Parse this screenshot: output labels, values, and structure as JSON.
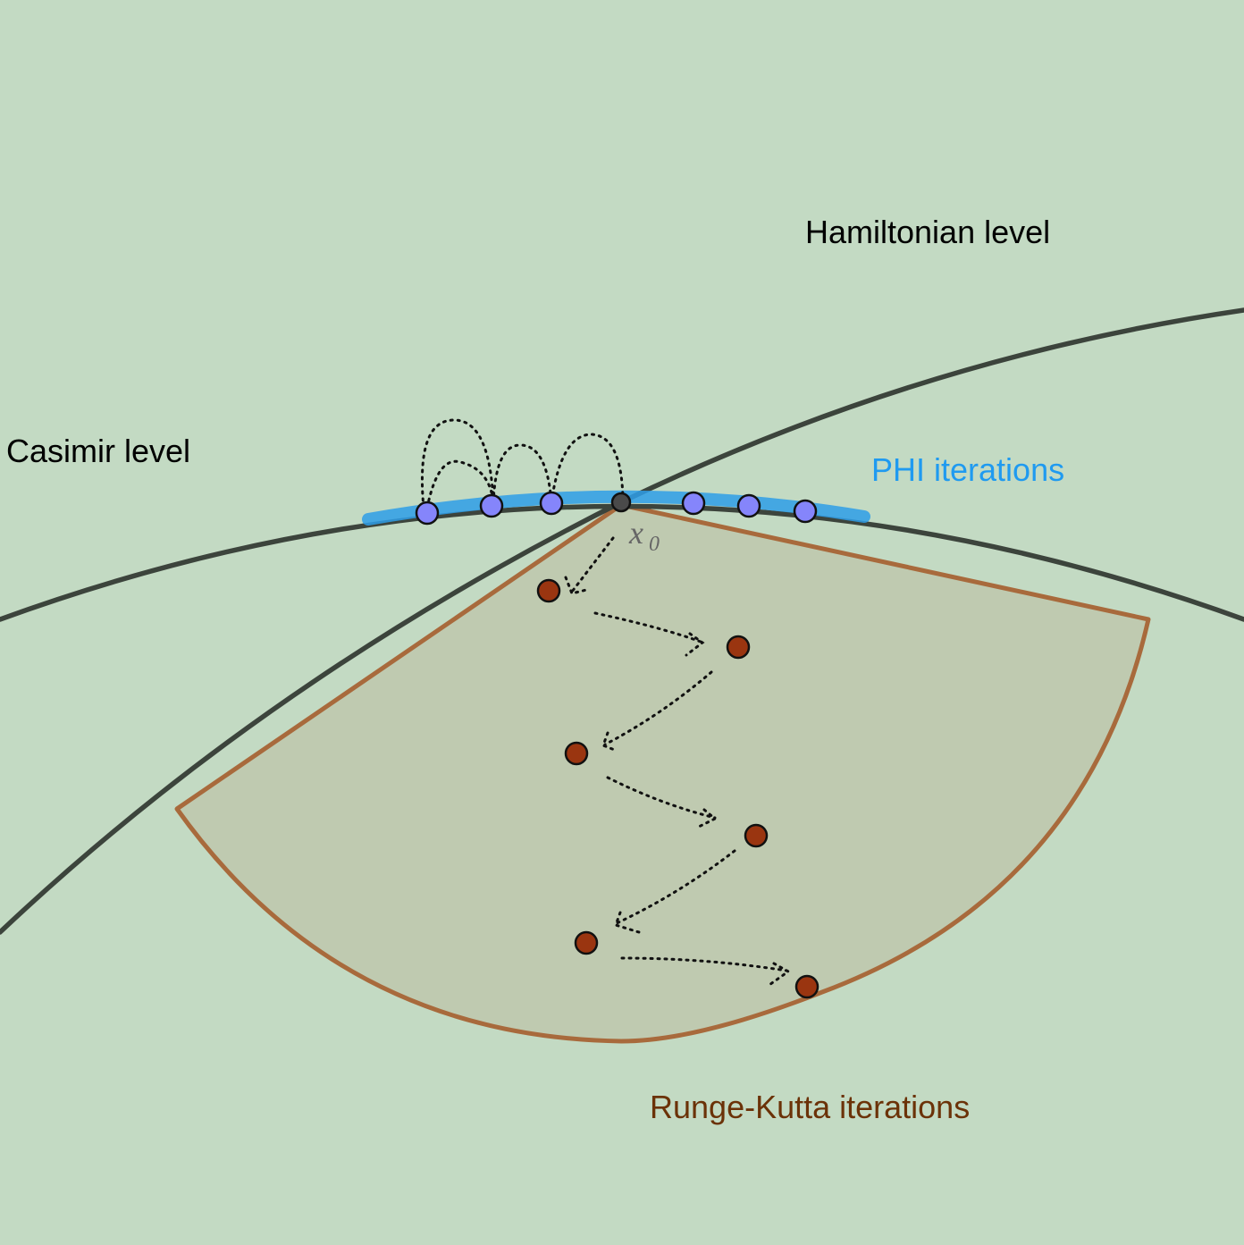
{
  "labels": {
    "hamiltonian": "Hamiltonian level",
    "casimir": "Casimir level",
    "phi": "PHI iterations",
    "runge_kutta": "Runge-Kutta iterations",
    "x0_base": "x",
    "x0_sub": "0"
  },
  "colors": {
    "background": "#c3dac3",
    "curve": "#3c443c",
    "phi_band": "#2e9ee8",
    "phi_text": "#1f9af0",
    "phi_point": "#8585fb",
    "rk_point": "#9a3510",
    "rk_region_fill": "#bfcab0",
    "rk_region_stroke": "#a86a3c",
    "rk_text": "#6b3208",
    "x0_point": "#4a4a4a",
    "x0_text": "#666666"
  }
}
